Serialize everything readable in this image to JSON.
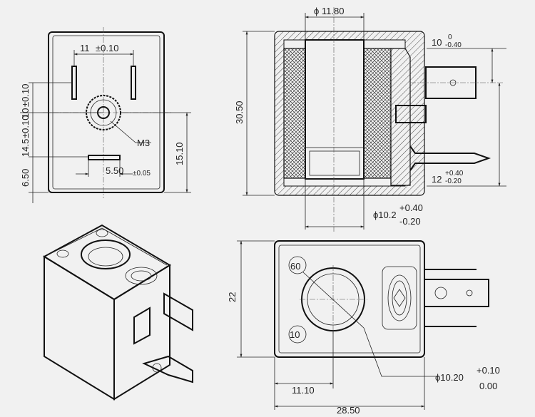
{
  "views": {
    "front": {
      "dim_pin_spacing": "11",
      "dim_pin_spacing_tol": "±0.10",
      "dim_side_pin_offset": "10",
      "dim_side_pin_offset_tol": "±0.10",
      "dim_pin_height": "14.5",
      "dim_pin_height_tol": "±0.10",
      "dim_bottom_offset": "6.50",
      "dim_ground_width": "5.50",
      "dim_ground_width_tol": "±0.05",
      "dim_total_height": "15.10",
      "thread_label": "M3"
    },
    "section": {
      "dim_bore_top": "ϕ 11.80",
      "dim_top_terminal": "10",
      "dim_top_terminal_tol_upper": "0",
      "dim_top_terminal_tol_lower": "-0.40",
      "dim_height": "30.50",
      "dim_bottom_terminal": "12",
      "dim_bottom_terminal_tol_upper": "+0.40",
      "dim_bottom_terminal_tol_lower": "-0.20",
      "dim_bore_bottom": "ϕ10.2",
      "dim_bore_bottom_tol_upper": "+0.40",
      "dim_bore_bottom_tol_lower": "-0.20"
    },
    "top": {
      "dim_height": "22",
      "dim_offset": "11.10",
      "dim_width": "28.50",
      "dim_bore": "ϕ10.20",
      "dim_bore_tol_upper": "+0.10",
      "dim_bore_tol_lower": "0.00",
      "stamp_top": "60",
      "stamp_bottom": "10"
    }
  },
  "colors": {
    "background": "#f1f1f1",
    "line": "#111111",
    "text": "#222222"
  }
}
